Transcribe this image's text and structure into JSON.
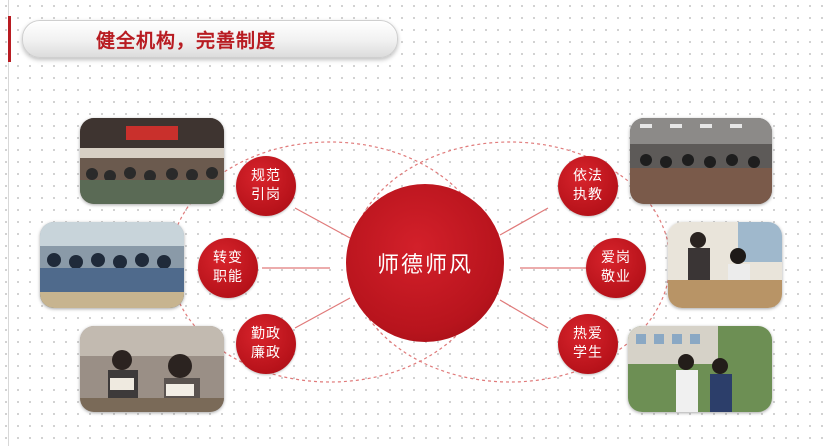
{
  "header": {
    "title": "健全机构，完善制度"
  },
  "center": {
    "label": "师德师风"
  },
  "nodes": {
    "top_left": {
      "line1": "规范",
      "line2": "引岗"
    },
    "mid_left": {
      "line1": "转变",
      "line2": "职能"
    },
    "bot_left": {
      "line1": "勤政",
      "line2": "廉政"
    },
    "top_right": {
      "line1": "依法",
      "line2": "执教"
    },
    "mid_right": {
      "line1": "爱岗",
      "line2": "敬业"
    },
    "bot_right": {
      "line1": "热爱",
      "line2": "学生"
    }
  },
  "colors": {
    "accent": "#b81c22",
    "dashed": "#e07a7a"
  }
}
